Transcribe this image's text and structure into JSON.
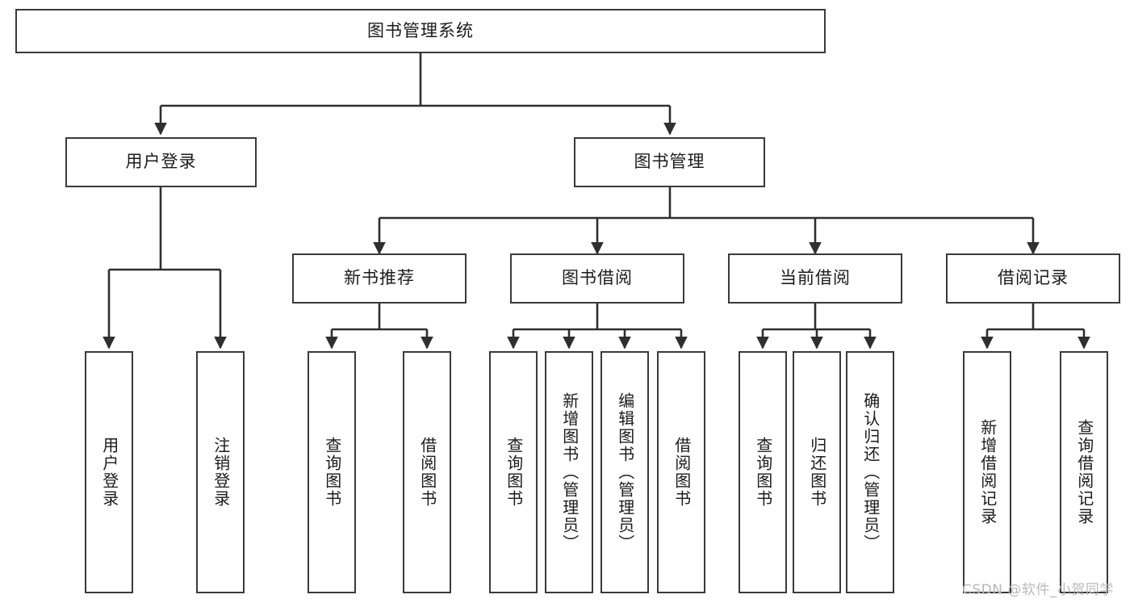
{
  "diagram": {
    "title": "图书管理系统",
    "type": "tree-hierarchy-diagram",
    "colors": {
      "box_border": "#3a3a3a",
      "box_fill": "#ffffff",
      "connector": "#2f2f2f",
      "text": "#1b1b1b",
      "watermark": "#b9b9b9",
      "background": "#ffffff"
    },
    "nodes": {
      "root": {
        "label": "图书管理系统",
        "orientation": "horizontal"
      },
      "level2": [
        {
          "id": "user-login",
          "label": "用户登录",
          "orientation": "horizontal"
        },
        {
          "id": "book-management",
          "label": "图书管理",
          "orientation": "horizontal"
        }
      ],
      "level3": [
        {
          "id": "new-book-recommend",
          "label": "新书推荐",
          "orientation": "horizontal"
        },
        {
          "id": "book-borrow",
          "label": "图书借阅",
          "orientation": "horizontal"
        },
        {
          "id": "current-borrow",
          "label": "当前借阅",
          "orientation": "horizontal"
        },
        {
          "id": "borrow-record",
          "label": "借阅记录",
          "orientation": "horizontal"
        }
      ],
      "leaves": {
        "user-login": [
          {
            "id": "leaf-user-login",
            "label": "用户登录",
            "orientation": "vertical"
          },
          {
            "id": "leaf-logout",
            "label": "注销登录",
            "orientation": "vertical"
          }
        ],
        "new-book-recommend": [
          {
            "id": "leaf-query-book-1",
            "label": "查询图书",
            "orientation": "vertical"
          },
          {
            "id": "leaf-borrow-book-1",
            "label": "借阅图书",
            "orientation": "vertical"
          }
        ],
        "book-borrow": [
          {
            "id": "leaf-query-book-2",
            "label": "查询图书",
            "orientation": "vertical"
          },
          {
            "id": "leaf-add-book",
            "label": "新增图书（管理员）",
            "orientation": "vertical"
          },
          {
            "id": "leaf-edit-book",
            "label": "编辑图书（管理员）",
            "orientation": "vertical"
          },
          {
            "id": "leaf-borrow-book-2",
            "label": "借阅图书",
            "orientation": "vertical"
          }
        ],
        "current-borrow": [
          {
            "id": "leaf-query-book-3",
            "label": "查询图书",
            "orientation": "vertical"
          },
          {
            "id": "leaf-return-book",
            "label": "归还图书",
            "orientation": "vertical"
          },
          {
            "id": "leaf-confirm-return",
            "label": "确认归还（管理员）",
            "orientation": "vertical"
          }
        ],
        "borrow-record": [
          {
            "id": "leaf-add-record",
            "label": "新增借阅记录",
            "orientation": "vertical"
          },
          {
            "id": "leaf-query-record",
            "label": "查询借阅记录",
            "orientation": "vertical"
          }
        ]
      }
    },
    "watermark": "CSDN @软件_小贺同学"
  }
}
